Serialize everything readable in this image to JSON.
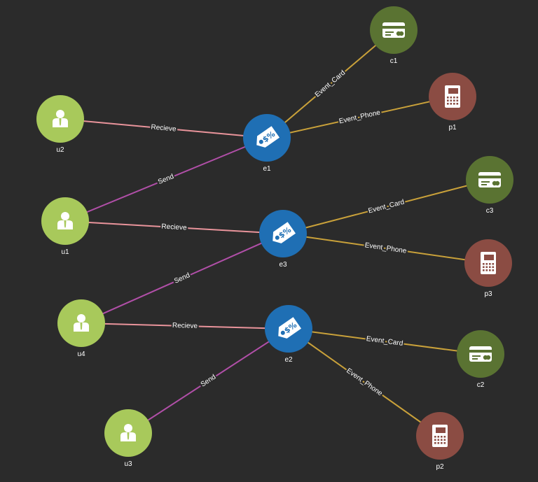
{
  "colors": {
    "background": "#2b2b2b",
    "user": "#a8c95b",
    "event": "#1f6fb4",
    "card": "#5a7332",
    "phone": "#8b4c43",
    "send_edge": "#b14fa8",
    "receive_edge": "#e9949b",
    "event_edge": "#c9a13a"
  },
  "nodes": [
    {
      "id": "u2",
      "label": "u2",
      "type": "user",
      "icon": "user-icon"
    },
    {
      "id": "u1",
      "label": "u1",
      "type": "user",
      "icon": "user-icon"
    },
    {
      "id": "u4",
      "label": "u4",
      "type": "user",
      "icon": "user-icon"
    },
    {
      "id": "u3",
      "label": "u3",
      "type": "user",
      "icon": "user-icon"
    },
    {
      "id": "e1",
      "label": "e1",
      "type": "event",
      "icon": "price-tag-icon"
    },
    {
      "id": "e3",
      "label": "e3",
      "type": "event",
      "icon": "price-tag-icon"
    },
    {
      "id": "e2",
      "label": "e2",
      "type": "event",
      "icon": "price-tag-icon"
    },
    {
      "id": "c1",
      "label": "c1",
      "type": "card",
      "icon": "credit-card-icon"
    },
    {
      "id": "c3",
      "label": "c3",
      "type": "card",
      "icon": "credit-card-icon"
    },
    {
      "id": "c2",
      "label": "c2",
      "type": "card",
      "icon": "credit-card-icon"
    },
    {
      "id": "p1",
      "label": "p1",
      "type": "phone",
      "icon": "phone-icon"
    },
    {
      "id": "p3",
      "label": "p3",
      "type": "phone",
      "icon": "phone-icon"
    },
    {
      "id": "p2",
      "label": "p2",
      "type": "phone",
      "icon": "phone-icon"
    }
  ],
  "edges": [
    {
      "source": "u2",
      "target": "e1",
      "label": "Recieve",
      "kind": "receive"
    },
    {
      "source": "u1",
      "target": "e1",
      "label": "Send",
      "kind": "send"
    },
    {
      "source": "e1",
      "target": "c1",
      "label": "Event_Card",
      "kind": "event"
    },
    {
      "source": "e1",
      "target": "p1",
      "label": "Event_Phone",
      "kind": "event"
    },
    {
      "source": "u1",
      "target": "e3",
      "label": "Recieve",
      "kind": "receive"
    },
    {
      "source": "u4",
      "target": "e3",
      "label": "Send",
      "kind": "send"
    },
    {
      "source": "e3",
      "target": "c3",
      "label": "Event_Card",
      "kind": "event"
    },
    {
      "source": "e3",
      "target": "p3",
      "label": "Event_Phone",
      "kind": "event"
    },
    {
      "source": "u4",
      "target": "e2",
      "label": "Recieve",
      "kind": "receive"
    },
    {
      "source": "u3",
      "target": "e2",
      "label": "Send",
      "kind": "send"
    },
    {
      "source": "e2",
      "target": "c2",
      "label": "Event_Card",
      "kind": "event"
    },
    {
      "source": "e2",
      "target": "p2",
      "label": "Event_Phone",
      "kind": "event"
    }
  ]
}
